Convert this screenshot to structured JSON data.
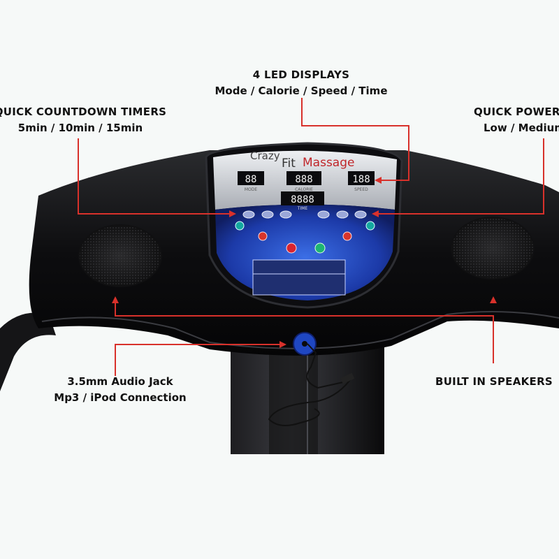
{
  "annotations": {
    "led_displays": {
      "title": "4 LED DISPLAYS",
      "subtitle": "Mode / Calorie / Speed / Time"
    },
    "countdown_timers": {
      "title": "QUICK COUNTDOWN TIMERS",
      "subtitle": "5min / 10min / 15min"
    },
    "quick_power": {
      "title": "QUICK POWER",
      "subtitle": "Low / Medium"
    },
    "audio_jack": {
      "title": "3.5mm Audio Jack",
      "subtitle": "Mp3 / iPod Connection"
    },
    "speakers": {
      "title": "BUILT IN SPEAKERS"
    }
  },
  "console": {
    "brand_prefix": "Crazy",
    "brand_fit": "Fit",
    "brand_massage": "Massage",
    "display_mode": "88",
    "display_calorie": "888",
    "display_speed": "188",
    "display_time": "8888",
    "label_mode": "MODE",
    "label_calorie": "CALORIE",
    "label_speed": "SPEED",
    "label_time": "TIME"
  },
  "colors": {
    "annotation_line": "#d8312b",
    "panel_blue": "#1e3fb0",
    "panel_silver": "#c9ccd1",
    "body_black": "#0c0c0d",
    "background": "#f6f9f8"
  }
}
